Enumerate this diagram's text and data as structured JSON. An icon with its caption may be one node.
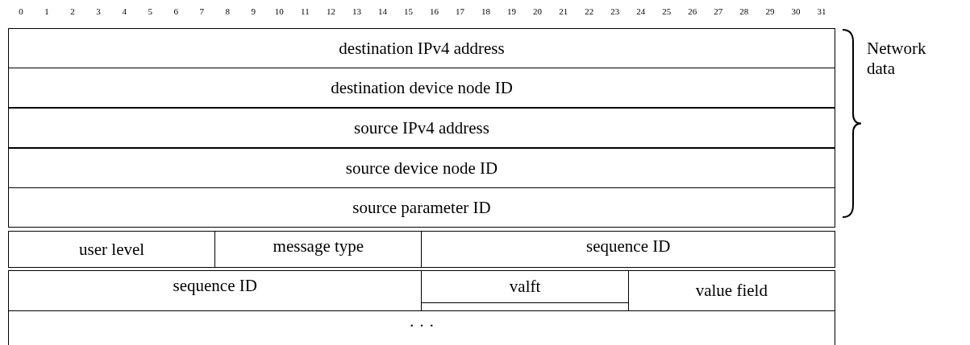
{
  "diagram": {
    "nodes": [
      {
        "text": [
          "destination IPv4 address"
        ]
      },
      {
        "text": [
          "destination device node ID"
        ]
      },
      {
        "text": [
          "source IPv4 address"
        ]
      },
      {
        "text": [
          "source device node ID"
        ]
      },
      {
        "text": [
          "source parameter ID"
        ]
      },
      {
        "text": [
          "user level"
        ]
      },
      {
        "text": [
          "message type"
        ]
      },
      {
        "text": [
          "sequence ID"
        ]
      },
      {
        "text": [
          "sequence ID"
        ]
      },
      {
        "text": [
          "valft"
        ]
      },
      {
        "text": [
          "value field"
        ]
      },
      {
        "text": [
          "· · ·"
        ]
      }
    ],
    "labels": [
      "0",
      "1",
      "2",
      "3",
      "4",
      "5",
      "6",
      "7",
      "8",
      "9",
      "10",
      "11",
      "12",
      "13",
      "14",
      "15",
      "16",
      "17",
      "18",
      "19",
      "20",
      "21",
      "22",
      "23",
      "24",
      "25",
      "26",
      "27",
      "28",
      "29",
      "30",
      "31",
      "Network data"
    ]
  }
}
